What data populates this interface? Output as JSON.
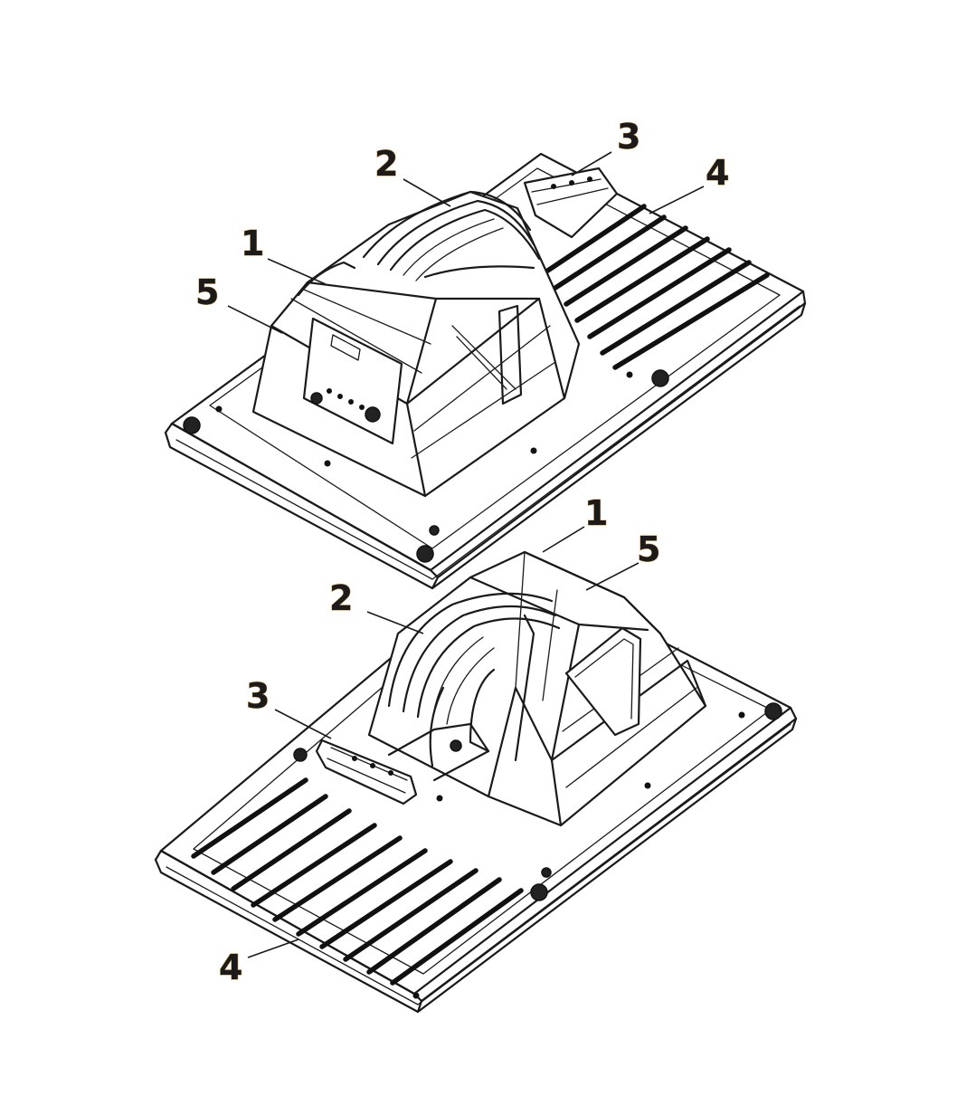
{
  "figure": {
    "colors": {
      "line": "#1a1a1a",
      "label_text": "#1b1b1b",
      "label_outline": "#c98a2e",
      "background": "#ffffff"
    },
    "views": [
      {
        "name": "upper-view",
        "callouts": [
          {
            "id": "u1",
            "text": "1"
          },
          {
            "id": "u2",
            "text": "2"
          },
          {
            "id": "u3",
            "text": "3"
          },
          {
            "id": "u4",
            "text": "4"
          },
          {
            "id": "u5",
            "text": "5"
          }
        ]
      },
      {
        "name": "lower-view",
        "callouts": [
          {
            "id": "l1",
            "text": "1"
          },
          {
            "id": "l2",
            "text": "2"
          },
          {
            "id": "l3",
            "text": "3"
          },
          {
            "id": "l4",
            "text": "4"
          },
          {
            "id": "l5",
            "text": "5"
          }
        ]
      }
    ]
  }
}
